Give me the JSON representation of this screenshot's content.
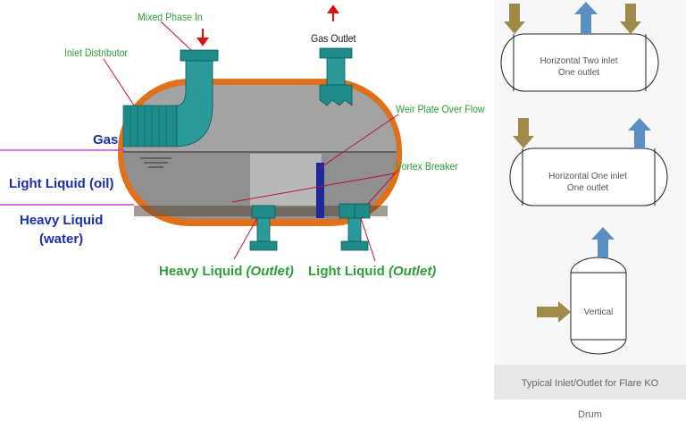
{
  "labels": {
    "mixed_phase_in": "Mixed Phase In",
    "gas_outlet": "Gas Outlet",
    "inlet_distributor": "Inlet Distributor",
    "weir_plate": "Weir Plate Over Flow",
    "vortex_breaker": "Vortex Breaker",
    "gas": "Gas",
    "light_liquid_oil": "Light Liquid (oil)",
    "heavy_liquid_1": "Heavy Liquid",
    "heavy_liquid_2": "(water)",
    "heavy_outlet_main": "Heavy Liquid ",
    "heavy_outlet_italic": "(Outlet)",
    "light_outlet_main": "Light Liquid ",
    "light_outlet_italic": "(Outlet)"
  },
  "right_panel": {
    "drum1_line1": "Horizontal Two inlet",
    "drum1_line2": "One outlet",
    "drum2_line1": "Horizontal One inlet",
    "drum2_line2": "One outlet",
    "drum3": "Vertical",
    "caption_line1": "Typical Inlet/Outlet for Flare KO",
    "caption_line2": "Drum"
  },
  "colors": {
    "vessel_shell": "#e0701a",
    "vessel_body": "#9a9a9a",
    "nozzle": "#1f8a8a",
    "label_green": "#2e9e3a",
    "label_blue": "#1a2fa8",
    "inlet_arrow": "#a08a4a",
    "outlet_arrow": "#5b8fc4",
    "divider_magenta": "#d040d0"
  }
}
